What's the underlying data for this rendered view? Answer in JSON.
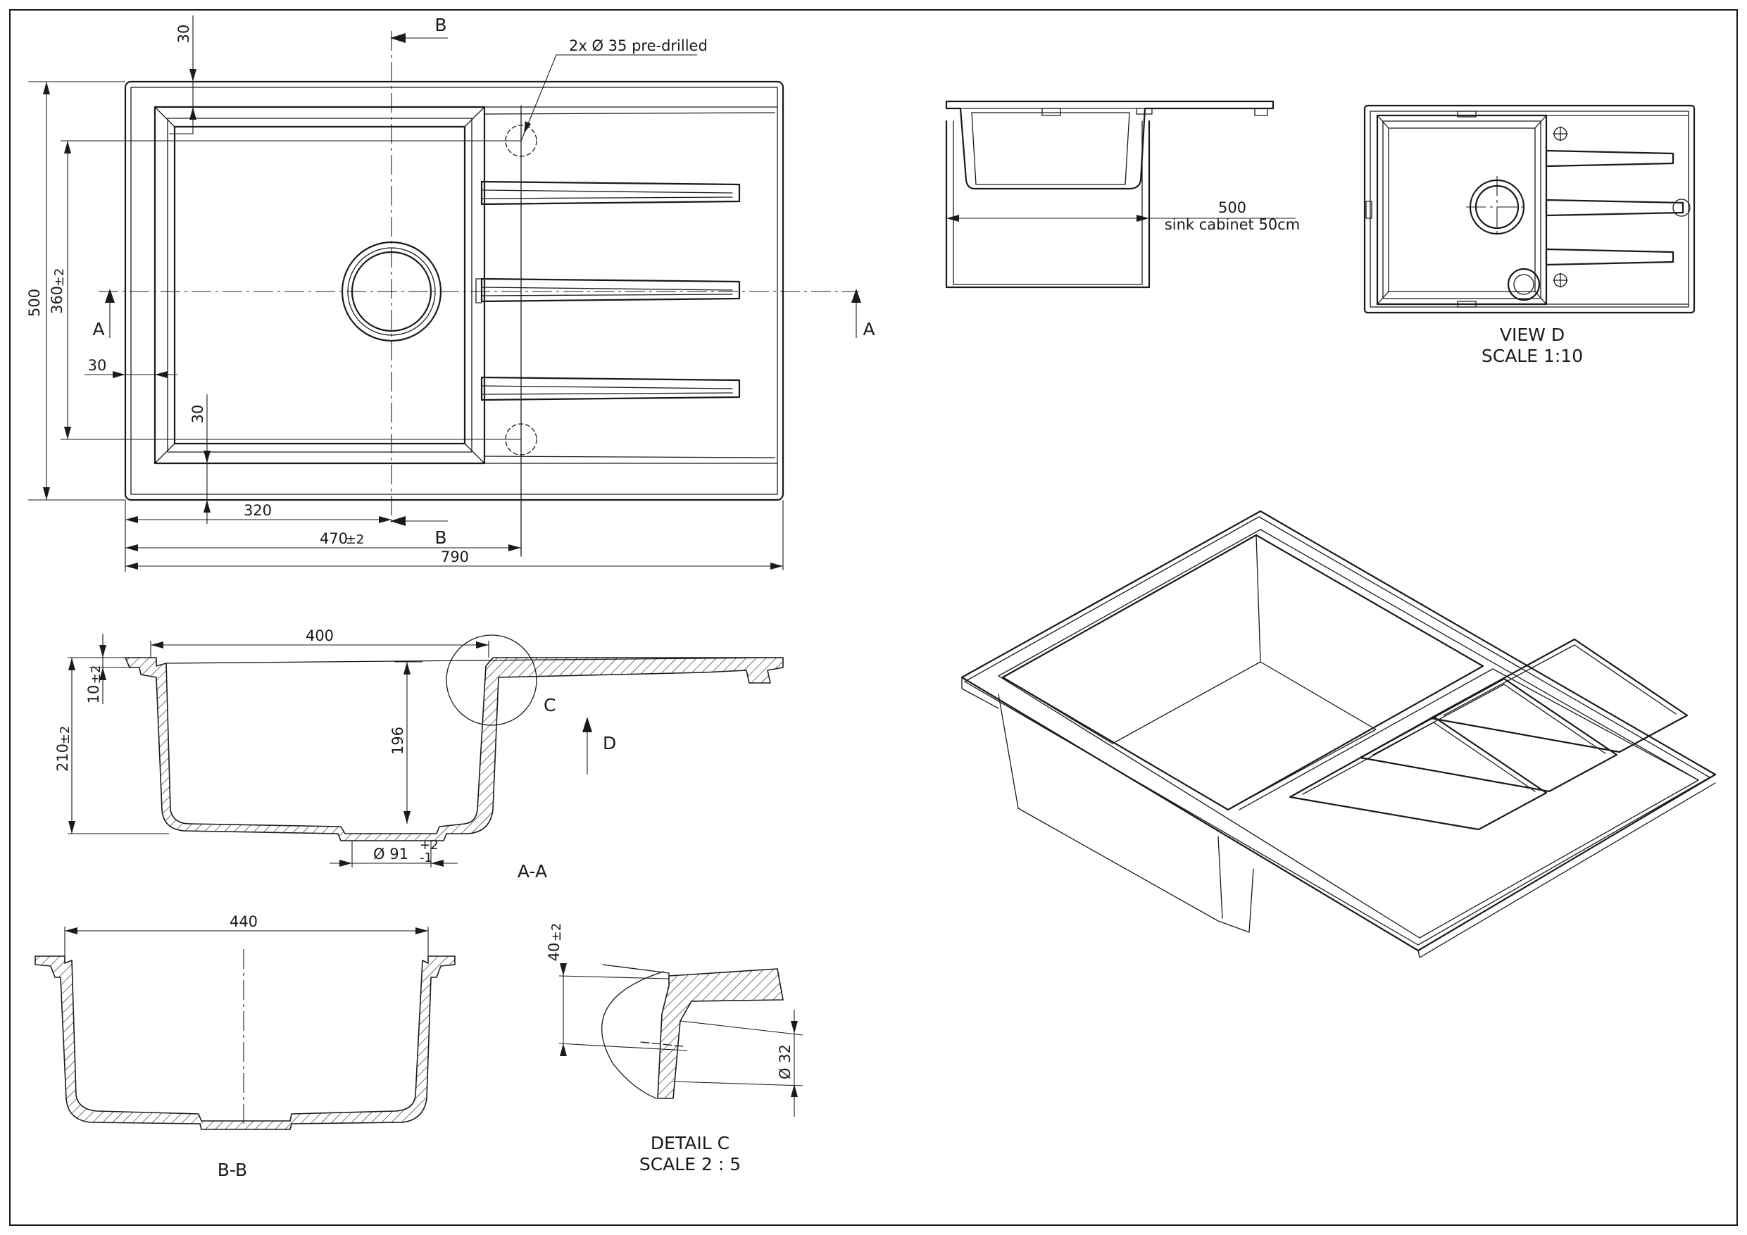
{
  "drawing": {
    "top_view": {
      "dim_500": "500",
      "dim_360": "360",
      "dim_360_tol": "±2",
      "dim_30_top": "30",
      "dim_30_left": "30",
      "dim_30_lower": "30",
      "dim_320": "320",
      "dim_470": "470",
      "dim_470_tol": "±2",
      "dim_790": "790",
      "predrilled": "2x  Ø 35 pre-drilled",
      "section_a": "A",
      "section_b": "B"
    },
    "section_aa": {
      "label": "A-A",
      "dim_400": "400",
      "dim_10": "10",
      "dim_10_tol": "±2",
      "dim_210": "210",
      "dim_210_tol": "±2",
      "dim_196": "196",
      "dim_91": "Ø 91",
      "dim_91_tol_upper": "+2",
      "dim_91_tol_lower": "-1",
      "detail_ref": "C",
      "view_ref": "D"
    },
    "section_bb": {
      "label": "B-B",
      "dim_440": "440"
    },
    "detail_c": {
      "label": "DETAIL C",
      "scale": "SCALE 2 : 5",
      "dim_40": "40",
      "dim_40_tol": "±2",
      "dim_32": "Ø 32"
    },
    "cabinet_view": {
      "dim_500": "500",
      "note": "sink cabinet 50cm"
    },
    "view_d": {
      "label": "VIEW D",
      "scale": "SCALE 1:10"
    }
  }
}
